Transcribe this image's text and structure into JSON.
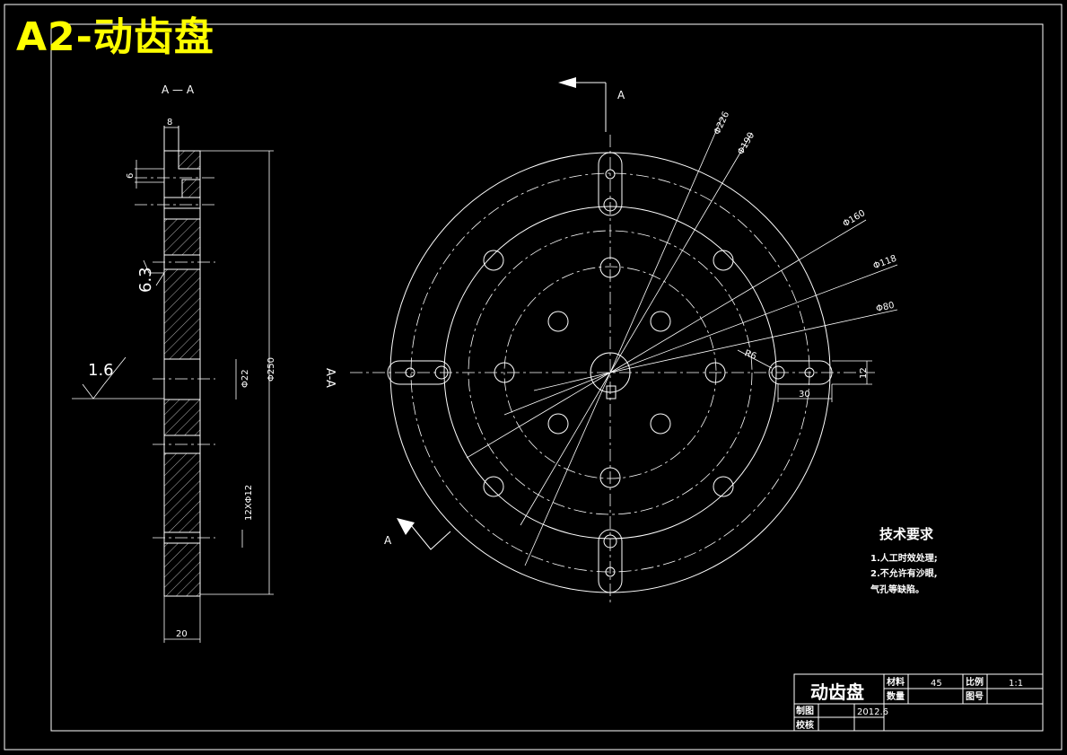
{
  "drawing": {
    "sheet_title": "A2-动齿盘",
    "section_label": "A — A",
    "view_arrow_label_top": "A",
    "view_arrow_label_bottom": "A",
    "section_mark_left": "A-A"
  },
  "section_view": {
    "dim_top_width": "8",
    "dim_small": "6",
    "roughness_63": "6.3",
    "roughness_16": "1.6",
    "dim_bore": "Φ22",
    "dim_outer": "Φ250",
    "dim_holes": "12XΦ12",
    "dim_bottom_width": "20"
  },
  "plan_view": {
    "dims": [
      "Φ226",
      "Φ190",
      "Φ160",
      "Φ118",
      "Φ80"
    ],
    "dim_r6": "R6",
    "dim_12": "12",
    "dim_30": "30"
  },
  "tech_requirements": {
    "heading": "技术要求",
    "line1": "1.人工时效处理;",
    "line2": "2.不允许有沙眼,",
    "line3": "气孔等缺陷。"
  },
  "title_block": {
    "part_name": "动齿盘",
    "material_label": "材料",
    "material_value": "45",
    "scale_label": "比例",
    "scale_value": "1:1",
    "quantity_label": "数量",
    "drawing_no_label": "图号",
    "drawn_label": "制图",
    "date": "2012.6",
    "checked_label": "校核"
  },
  "colors": {
    "background": "#000000",
    "lines": "#ffffff",
    "sheet_title": "#ffff00"
  }
}
